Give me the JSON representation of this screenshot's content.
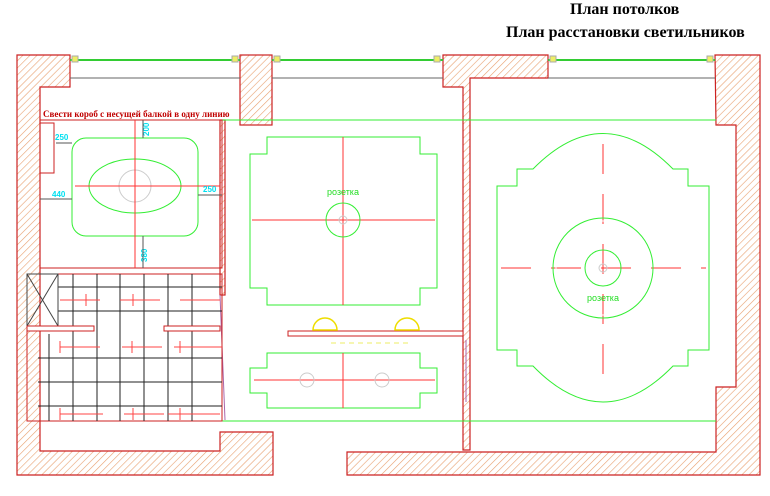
{
  "titles": {
    "ceiling_plan": "План потолков",
    "lighting_plan": "План расстановки светильников"
  },
  "note": "Свести короб с несущей балкой в одну линию",
  "dimensions": {
    "left_box": "250",
    "top_gap": "200",
    "left_gap": "440",
    "right_gap": "250",
    "bottom_gap": "380"
  },
  "labels": {
    "middle_socket": "розетка",
    "right_socket": "розетка"
  },
  "colors": {
    "walls": "#cc2222",
    "ceiling": "#33ee33",
    "axes": "#ff3333",
    "dims": "#00e0f0",
    "lamps": "#ffee00"
  }
}
